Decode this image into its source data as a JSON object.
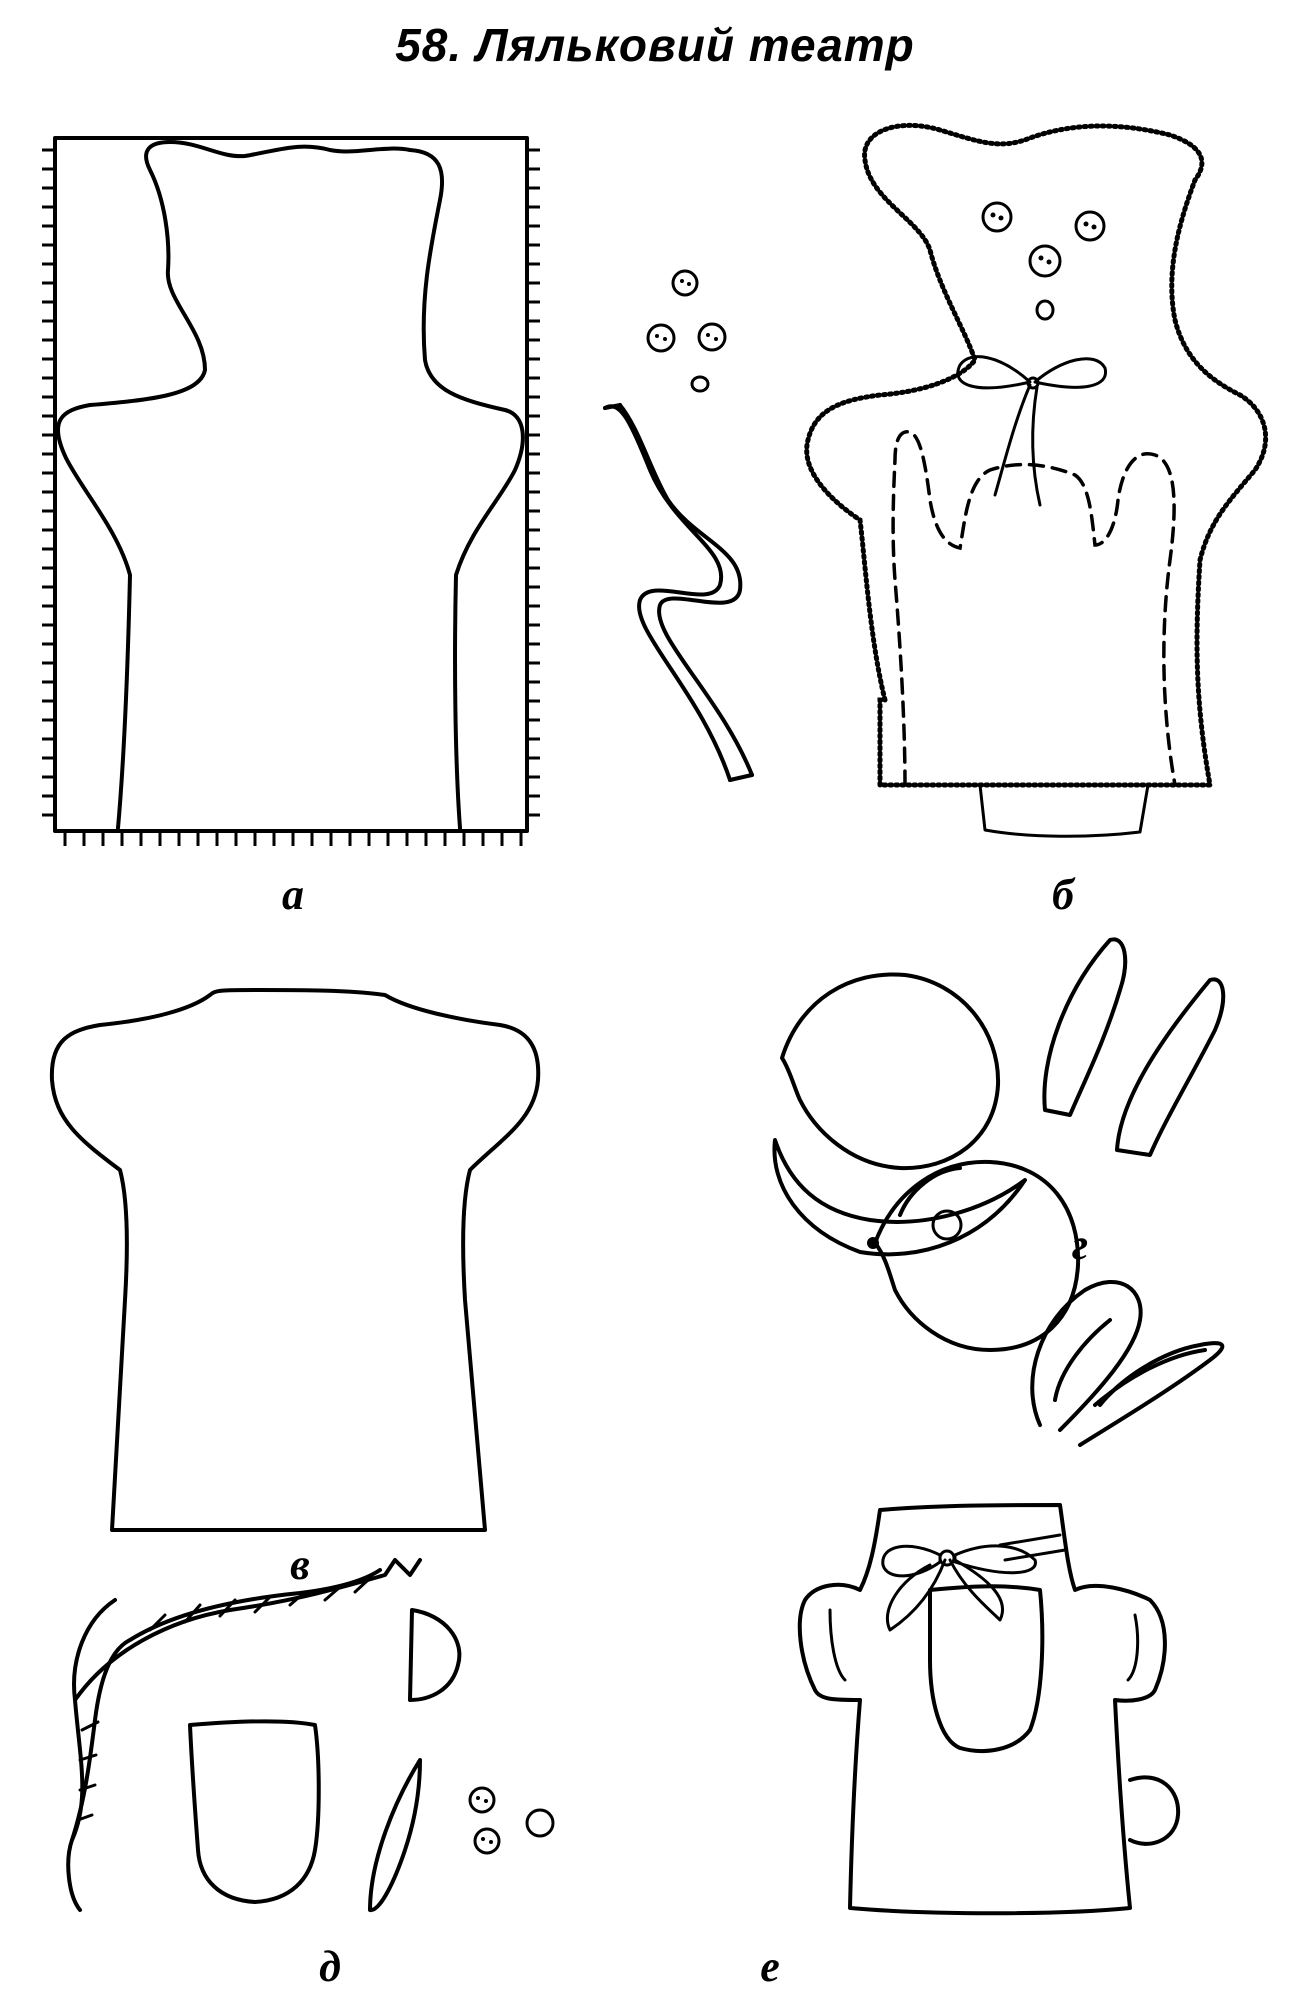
{
  "title": "58. Ляльковий театр",
  "panels": [
    {
      "id": "a",
      "label": "а"
    },
    {
      "id": "b",
      "label": "б"
    },
    {
      "id": "v",
      "label": "в"
    },
    {
      "id": "g",
      "label": "г"
    },
    {
      "id": "d",
      "label": "д"
    },
    {
      "id": "e",
      "label": "е"
    }
  ]
}
